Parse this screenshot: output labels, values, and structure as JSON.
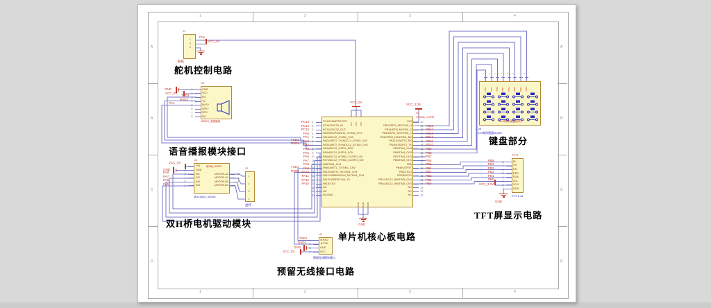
{
  "sheet": {
    "cols": [
      "1",
      "2",
      "3",
      "4"
    ],
    "rows": [
      "A",
      "B",
      "C",
      "D"
    ]
  },
  "colors": {
    "wire": "#7474c4",
    "net_label": "#c23528",
    "comment": "#2b2bbf",
    "part_fill": "#fbf7c6",
    "part_border": "#b5893c"
  },
  "servo": {
    "designator": "J1",
    "connector_label": "舵机",
    "title": "舵机控制电路",
    "pins": [
      "1",
      "2",
      "3"
    ],
    "net_pa1": "PA1",
    "power": "VCC_5V"
  },
  "voice": {
    "designator": "U3",
    "part": "JR6001_语音播报",
    "title": "语音播报模块接口",
    "pins": [
      {
        "num": "1",
        "name": "GND"
      },
      {
        "num": "2",
        "name": "VCC"
      },
      {
        "num": "3",
        "name": "RX"
      },
      {
        "num": "4",
        "name": "TX"
      },
      {
        "num": "5",
        "name": "BUSY"
      },
      {
        "num": "6",
        "name": "SPK+"
      },
      {
        "num": "7",
        "name": "SPK-"
      },
      {
        "num": "8",
        "name": "NC"
      }
    ],
    "nets": {
      "gnd": "GND",
      "vcc": "VCC_5V",
      "txd2": "TXD2",
      "rxd2": "RXD2",
      "pa4": "PA4"
    }
  },
  "motor": {
    "designator": "U4",
    "internal": "双H桥_MODE",
    "part": "MAX1616_MODE",
    "title": "双H桥电机驱动模块",
    "left": [
      {
        "num": "1",
        "name": "VIN"
      },
      {
        "num": "2",
        "name": "GND"
      },
      {
        "num": "3",
        "name": "IN1"
      },
      {
        "num": "4",
        "name": "IN2"
      },
      {
        "num": "5",
        "name": "IN3"
      },
      {
        "num": "6",
        "name": "IN4"
      }
    ],
    "right": [
      {
        "num": "10",
        "name": "MOTOR-A2"
      },
      {
        "num": "9",
        "name": "MOTOR-A1"
      },
      {
        "num": "8",
        "name": "MOTOR-B2"
      },
      {
        "num": "7",
        "name": "MOTOR-B1"
      }
    ],
    "nets": {
      "vcc": "VCC_5V",
      "gnd": "GND",
      "list": [
        "PA8",
        "PA7",
        "PA6",
        "PA5"
      ]
    },
    "connector": {
      "designator": "J2",
      "label": "丝杆",
      "pins": [
        "1",
        "2",
        "3",
        "4"
      ]
    }
  },
  "mcu": {
    "designator": "U1",
    "part": "STM32_CORE",
    "title": "单片机核心板电路",
    "power_top": "VCC_5V",
    "power_right": "VCC_3.3V",
    "power_bottom": "GND",
    "top_pins": [
      "VCC",
      "VCC",
      "VCC"
    ],
    "bottom_pins": [
      "GND",
      "GND",
      "GND"
    ],
    "alt_nets": {
      "txd2": "TXD2",
      "rxd2": "RXD2",
      "txd1": "TXD1",
      "rxd1": "RXD1"
    },
    "left_pins": [
      {
        "num": "1",
        "net": "PC13",
        "name": "PC13/TAMPER-RTC"
      },
      {
        "num": "2",
        "net": "PC14",
        "name": "PC14/OSC32_IN"
      },
      {
        "num": "3",
        "net": "PC15",
        "name": "PC15/OSC32_OUT"
      },
      {
        "num": "4",
        "net": "PA0",
        "name": "PA0/WKUP/ADC12_0/TIM2_CH1"
      },
      {
        "num": "5",
        "net": "PA1",
        "name": "PA1/ADC12_1/TIM2_CH2"
      },
      {
        "num": "6",
        "net": "PA2",
        "name": "PA2/UART2_TX/ADC12_2/TIM2_CH3"
      },
      {
        "num": "7",
        "net": "PA3",
        "name": "PA3/UART2_RX/ADC12_3/TIM2_CH4"
      },
      {
        "num": "8",
        "net": "PA4",
        "name": "PA4/ADC12_4/SPI1_NSS"
      },
      {
        "num": "9",
        "net": "PA5",
        "name": "PA5/ADC12_5/SPI1_SCK"
      },
      {
        "num": "10",
        "net": "PA6",
        "name": "PA6/ADC12_6/TIM3_C1/SPI1_MI"
      },
      {
        "num": "11",
        "net": "PA7",
        "name": "PA7/ADC12_7/TIM3_C2/SPI1_MO"
      },
      {
        "num": "12",
        "net": "PA8",
        "name": "PA8/TIM1_CH1"
      },
      {
        "num": "13",
        "net": "PA9",
        "name": "PA9/UART1_TX/TIM1_CH2"
      },
      {
        "num": "14",
        "net": "PA10",
        "name": "PA10/UART1_RX/TIM1_CH3"
      },
      {
        "num": "15",
        "net": "PA11",
        "name": "PA11/USBDM/CAN_RX/TIM1_CH4"
      },
      {
        "num": "16",
        "net": "PA12",
        "name": "PA12/USBDP/CAN_TX"
      },
      {
        "num": "17",
        "net": "PA15",
        "name": "PA15/JTDI"
      },
      {
        "num": "18",
        "net": "",
        "name": "NC"
      },
      {
        "num": "19",
        "net": "",
        "name": "NC"
      },
      {
        "num": "20",
        "net": "",
        "name": "NC/GND"
      }
    ],
    "right_pins": [
      {
        "num": "40",
        "net": "",
        "name": "3V3"
      },
      {
        "num": "39",
        "net": "PB15",
        "name": "PB15/SPI2_MO/TIM1_3"
      },
      {
        "num": "38",
        "net": "PB14",
        "name": "PB14/SPI2_MI/TIM1_2"
      },
      {
        "num": "37",
        "net": "PB13",
        "name": "PB13/SPI2_SCK/TIM1_1"
      },
      {
        "num": "36",
        "net": "PB12",
        "name": "PB12/SPI2_NSS/TIM1_BK"
      },
      {
        "num": "35",
        "net": "PB11",
        "name": "PB11/USART3_RX"
      },
      {
        "num": "34",
        "net": "PB10",
        "name": "PB10/USART3_TX"
      },
      {
        "num": "33",
        "net": "PB9",
        "name": "PB9/TIM4_CH4"
      },
      {
        "num": "32",
        "net": "PB8",
        "name": "PB8/TIM4_CH3"
      },
      {
        "num": "31",
        "net": "PB7",
        "name": "PB7/TIM4_CH2"
      },
      {
        "num": "30",
        "net": "PB6",
        "name": "PB6/TIM4_CH1"
      },
      {
        "num": "29",
        "net": "PB5",
        "name": "PB5"
      },
      {
        "num": "28",
        "net": "PB4",
        "name": "PB4/NJTRST"
      },
      {
        "num": "27",
        "net": "PB3",
        "name": "PB3/JTDO"
      },
      {
        "num": "26",
        "net": "PB2",
        "name": "PB2/BOOT1"
      },
      {
        "num": "25",
        "net": "PB1",
        "name": "PB1/ADC12_IN9/TIM3_CH4"
      },
      {
        "num": "24",
        "net": "PB0",
        "name": "PB0/ADC12_IN8/TIM3_CH3"
      },
      {
        "num": "23",
        "net": "",
        "name": "NC"
      },
      {
        "num": "22",
        "net": "",
        "name": "NC"
      },
      {
        "num": "21",
        "net": "",
        "name": "NC"
      }
    ]
  },
  "wireless": {
    "designator": "U2",
    "part": "预留无线模块接口",
    "title": "预留无线接口电路",
    "pins": [
      {
        "num": "1",
        "name": "►RXD"
      },
      {
        "num": "2",
        "name": "◄TXD"
      },
      {
        "num": "3",
        "name": "GND"
      },
      {
        "num": "4",
        "name": "VCC"
      }
    ],
    "nets": {
      "txd1": "TXD1",
      "rxd1": "RXD1",
      "gnd": "GND",
      "vcc": "VCC_5V"
    }
  },
  "keyboard": {
    "designator": "U5",
    "part": "4X4矩阵键盘MODE",
    "internal": "4X4矩阵键盘模块",
    "title": "键盘部分",
    "rows": 4,
    "cols": 4,
    "pin_labels": [
      "PB8",
      "PB9",
      "PB10",
      "PB11",
      "PB12",
      "PB13",
      "PB14",
      "PB15"
    ],
    "pin_numbers": [
      "1",
      "2",
      "3",
      "4",
      "5",
      "6",
      "7",
      "8"
    ]
  },
  "tft": {
    "designator": "TFT1",
    "part": "TFT-1.44",
    "title": "TFT屏显示电路",
    "pins": [
      {
        "num": "8",
        "name": "BL"
      },
      {
        "num": "7",
        "name": "CS"
      },
      {
        "num": "6",
        "name": "DS"
      },
      {
        "num": "5",
        "name": "RES"
      },
      {
        "num": "4",
        "name": "SDA"
      },
      {
        "num": "3",
        "name": "SCL"
      },
      {
        "num": "2",
        "name": "V3.3"
      },
      {
        "num": "1",
        "name": "GND"
      }
    ],
    "nets": [
      "PB5",
      "PB4",
      "PB3",
      "PB2",
      "PB1",
      "PB0"
    ],
    "power": "VCC_3.3V",
    "gnd": "GND"
  }
}
